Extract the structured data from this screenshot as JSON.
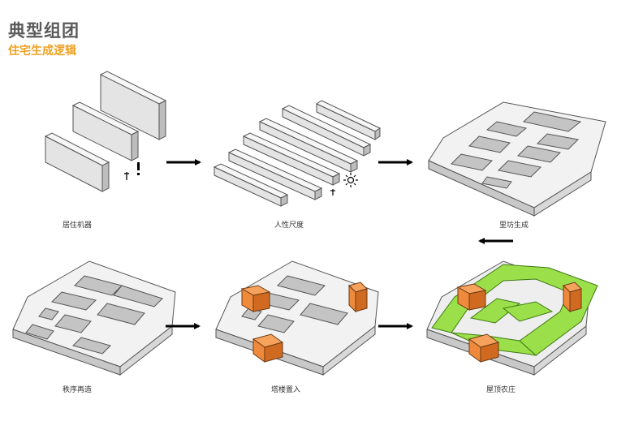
{
  "header": {
    "title": "典型组团",
    "subtitle": "住宅生成逻辑"
  },
  "steps": [
    {
      "label": "居住机器"
    },
    {
      "label": "人性尺度"
    },
    {
      "label": "里坊生成"
    },
    {
      "label": "秩序再造"
    },
    {
      "label": "塔楼置入"
    },
    {
      "label": "屋顶农庄"
    }
  ],
  "colors": {
    "block_top": "#f2f2f2",
    "block_side": "#c8c8c8",
    "block_edge": "#555555",
    "tower": "#ef8a3c",
    "green_roof": "#9be04a",
    "title": "#5a5a5a",
    "subtitle": "#f0a020"
  }
}
